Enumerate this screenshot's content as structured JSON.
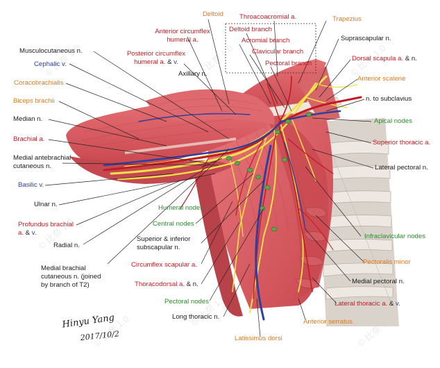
{
  "colors": {
    "artery": "#c21b24",
    "vein": "#2f3f9e",
    "nerve_label": "#1a1a1a",
    "muscle_label": "#e07a1e",
    "node_label": "#2d8a2d",
    "muscle": "#d9585e",
    "nerve": "#f4e04a",
    "bone": "#ece7df"
  },
  "labels": {
    "deltoid": "Deltoid",
    "thoracoacromial": "Throacoacromial a.",
    "trapezius": "Trapezius",
    "deltoid_branch": "Deltoid branch",
    "acromial_branch": "Acromial branch",
    "clavicular_branch": "Clavicular branch",
    "pectoral_branch": "Pectoral branch",
    "suprascapular": "Suprascapular n.",
    "dorsal_scapula_a": "Dorsal scapula a.",
    "dorsal_scapula_n": " & n.",
    "anterior_scalene": "Anterior scalene",
    "n_subclavius": "n. to subclavius",
    "apical_nodes": "Apical nodes",
    "superior_thoracic": "Superior thoracic a.",
    "lateral_pectoral": "Lateral pectoral n.",
    "ant_circumflex_line1": "Anterior circumflex",
    "ant_circumflex_line2": "humeral a.",
    "post_circumflex_line1": "Posterior circumflex",
    "post_circumflex_a": "humeral a.",
    "post_circumflex_amp": " & ",
    "post_circumflex_v": "v.",
    "musculocutaneous": "Musculocutaneous n.",
    "cephalic": "Cephalic v.",
    "axillary": "Axillary n.",
    "coracobrachialis": "Coracobrachialis",
    "biceps": "Biceps brachii",
    "median": "Median n.",
    "brachial_a": "Brachial a.",
    "med_antebrachial_line1": "Medial antebrachial",
    "med_antebrachial_line2": "cutaneous  n.",
    "basilic": "Basilic v.",
    "ulnar": "Ulnar n.",
    "profundus_line1": "Profundus brachial",
    "profundus_a": "a.",
    "profundus_amp": " & ",
    "profundus_v": "v.",
    "radial": "Radial n.",
    "medial_brachial_line1": "Medial brachial",
    "medial_brachial_line2": "cutaneous n. (joined",
    "medial_brachial_line3": "by branch of T2)",
    "humeral_nodes": "Humeral nodes",
    "central_nodes": "Central nodes",
    "sup_inf_subscap_line1": "Superior & inferior",
    "sup_inf_subscap_line2": "subscapular n.",
    "circumflex_scapular": "Circumflex scapular a.",
    "thoracodorsal_a": "Thoracodorsal a.",
    "thoracodorsal_n": " & n.",
    "pectoral_nodes": "Pectoral nodes",
    "long_thoracic": "Long thoracic n.",
    "latissimus": "Latissimus dorsi",
    "infraclavicular": "Infraclavicular nodes",
    "pectoralis_minor": "Pectoralis minor",
    "medial_pectoral": "Medial pectoral n.",
    "lateral_thoracic_a": "Lateral thoracic a.",
    "lateral_thoracic_amp": " & ",
    "lateral_thoracic_v": "v.",
    "anterior_serratus": "Anterior serratus"
  },
  "signature": {
    "line1": "Hinyu Yang",
    "line2": "2017/10/2"
  },
  "watermark": {
    "text": "© 比奈 1.0"
  }
}
